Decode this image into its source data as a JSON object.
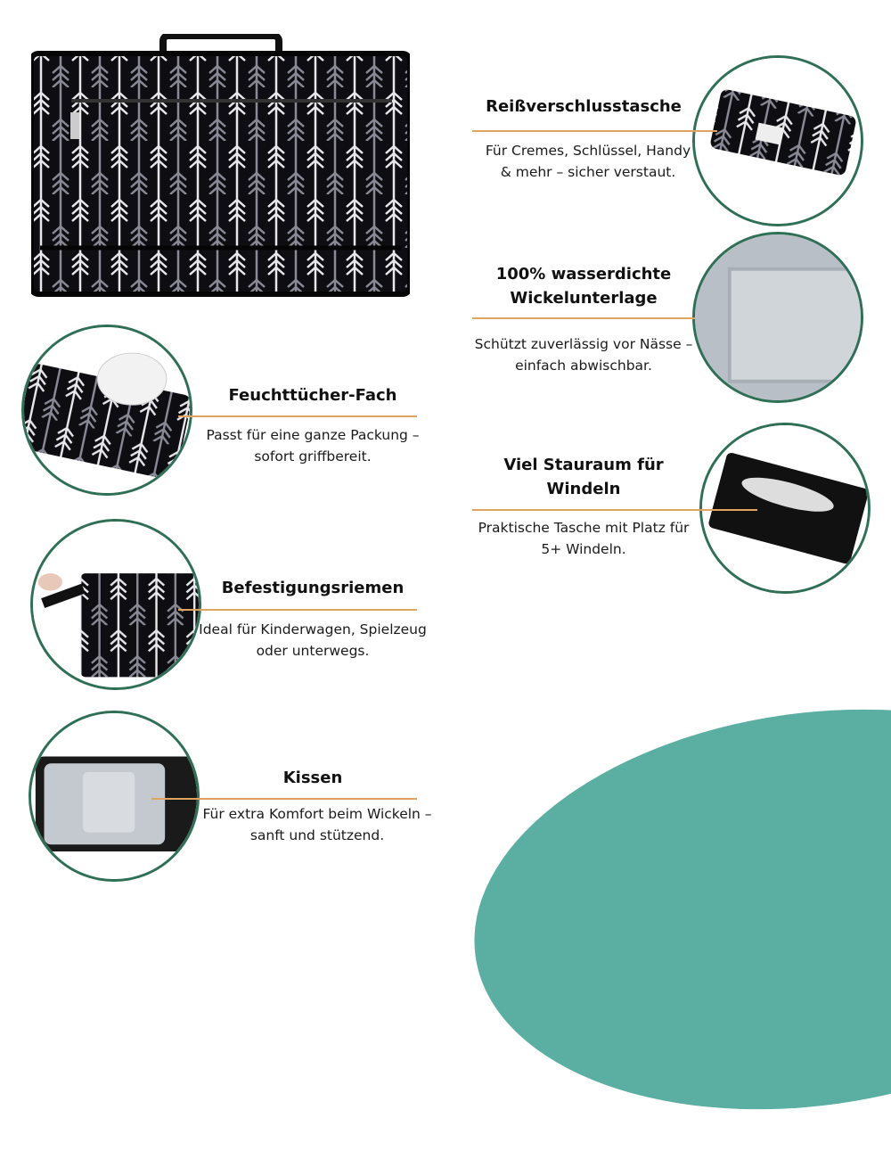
{
  "features": [
    {
      "title": "Reißverschlusstasche",
      "description": "Für Cremes, Schlüssel, Handy & mehr – sicher verstaut."
    },
    {
      "title": "100% wasserdichte Wickelunterlage",
      "description": "Schützt zuverlässig vor Nässe – einfach abwischbar."
    },
    {
      "title": "Viel Stauraum für Windeln",
      "description": "Praktische Tasche mit Platz für 5+ Windeln."
    },
    {
      "title": "Feuchttücher-Fach",
      "description": "Passt für eine ganze Packung – sofort griffbereit."
    },
    {
      "title": "Befestigungsriemen",
      "description": "Ideal für Kinderwagen, Spielzeug oder unterwegs."
    },
    {
      "title": "Kissen",
      "description": "Für extra Komfort beim Wickeln – sanft und stützend."
    }
  ],
  "colors": {
    "accent_line": "#e0a360",
    "circle_border": "#2f6f55",
    "teal": "#5bafa2"
  }
}
